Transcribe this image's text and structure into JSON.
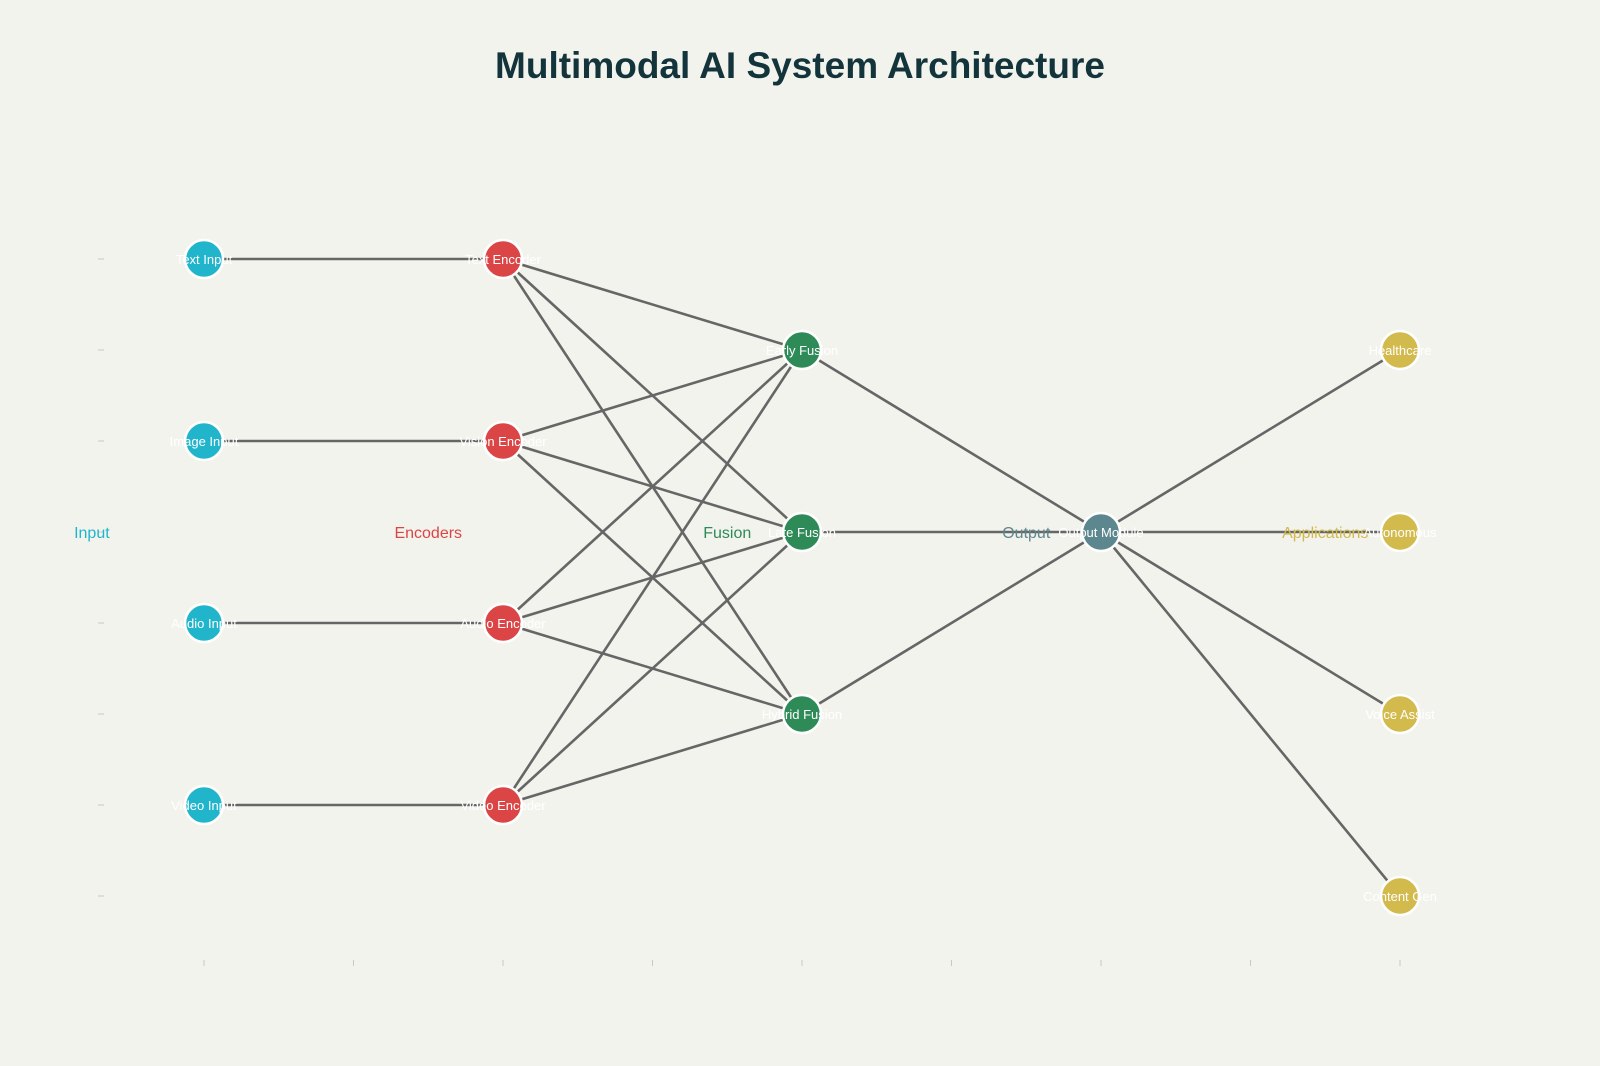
{
  "title": "Multimodal AI System Architecture",
  "colors": {
    "background": "#f3f3ee",
    "input": "#21b5cc",
    "encoders": "#db4545",
    "fusion": "#2e8b57",
    "output": "#5d878f",
    "applications": "#d2ba4c",
    "edge": "#666666"
  },
  "stages": [
    {
      "id": "input",
      "label": "Input",
      "color_key": "input",
      "col": 0.25
    },
    {
      "id": "encoders",
      "label": "Encoders",
      "color_key": "encoders",
      "col": 2.5
    },
    {
      "id": "fusion",
      "label": "Fusion",
      "color_key": "fusion",
      "col": 4.5
    },
    {
      "id": "output",
      "label": "Output",
      "color_key": "output",
      "col": 6.5
    },
    {
      "id": "applications",
      "label": "Applications",
      "color_key": "applications",
      "col": 8.5
    }
  ],
  "nodes": [
    {
      "id": "text_input",
      "label": "Text Input",
      "stage": "input",
      "col": 1,
      "row": 3
    },
    {
      "id": "image_input",
      "label": "Image Input",
      "stage": "input",
      "col": 1,
      "row": 1
    },
    {
      "id": "audio_input",
      "label": "Audio Input",
      "stage": "input",
      "col": 1,
      "row": -1
    },
    {
      "id": "video_input",
      "label": "Video Input",
      "stage": "input",
      "col": 1,
      "row": -3
    },
    {
      "id": "text_encoder",
      "label": "Text Encoder",
      "stage": "encoders",
      "col": 3,
      "row": 3
    },
    {
      "id": "vision_encoder",
      "label": "Vision Encoder",
      "stage": "encoders",
      "col": 3,
      "row": 1
    },
    {
      "id": "audio_encoder",
      "label": "Audio Encoder",
      "stage": "encoders",
      "col": 3,
      "row": -1
    },
    {
      "id": "video_encoder",
      "label": "Video Encoder",
      "stage": "encoders",
      "col": 3,
      "row": -3
    },
    {
      "id": "early_fusion",
      "label": "Early Fusion",
      "stage": "fusion",
      "col": 5,
      "row": 2
    },
    {
      "id": "late_fusion",
      "label": "Late Fusion",
      "stage": "fusion",
      "col": 5,
      "row": 0
    },
    {
      "id": "hybrid_fusion",
      "label": "Hybrid Fusion",
      "stage": "fusion",
      "col": 5,
      "row": -2
    },
    {
      "id": "output_module",
      "label": "Output Module",
      "stage": "output",
      "col": 7,
      "row": 0
    },
    {
      "id": "healthcare",
      "label": "Healthcare",
      "stage": "applications",
      "col": 9,
      "row": 2
    },
    {
      "id": "autonomous",
      "label": "Autonomous",
      "stage": "applications",
      "col": 9,
      "row": 0
    },
    {
      "id": "voice_assist",
      "label": "Voice Assist",
      "stage": "applications",
      "col": 9,
      "row": -2
    },
    {
      "id": "content_gen",
      "label": "Content Gen",
      "stage": "applications",
      "col": 9,
      "row": -4
    }
  ],
  "edges": [
    [
      "text_input",
      "text_encoder"
    ],
    [
      "image_input",
      "vision_encoder"
    ],
    [
      "audio_input",
      "audio_encoder"
    ],
    [
      "video_input",
      "video_encoder"
    ],
    [
      "text_encoder",
      "early_fusion"
    ],
    [
      "text_encoder",
      "late_fusion"
    ],
    [
      "text_encoder",
      "hybrid_fusion"
    ],
    [
      "vision_encoder",
      "early_fusion"
    ],
    [
      "vision_encoder",
      "late_fusion"
    ],
    [
      "vision_encoder",
      "hybrid_fusion"
    ],
    [
      "audio_encoder",
      "early_fusion"
    ],
    [
      "audio_encoder",
      "late_fusion"
    ],
    [
      "audio_encoder",
      "hybrid_fusion"
    ],
    [
      "video_encoder",
      "early_fusion"
    ],
    [
      "video_encoder",
      "late_fusion"
    ],
    [
      "video_encoder",
      "hybrid_fusion"
    ],
    [
      "early_fusion",
      "output_module"
    ],
    [
      "late_fusion",
      "output_module"
    ],
    [
      "hybrid_fusion",
      "output_module"
    ],
    [
      "output_module",
      "healthcare"
    ],
    [
      "output_module",
      "autonomous"
    ],
    [
      "output_module",
      "voice_assist"
    ],
    [
      "output_module",
      "content_gen"
    ]
  ],
  "axis_ticks": {
    "x": [
      1,
      2,
      3,
      4,
      5,
      6,
      7,
      8,
      9
    ],
    "y": [
      3,
      2,
      1,
      0,
      -1,
      -2,
      -3,
      -4
    ]
  }
}
